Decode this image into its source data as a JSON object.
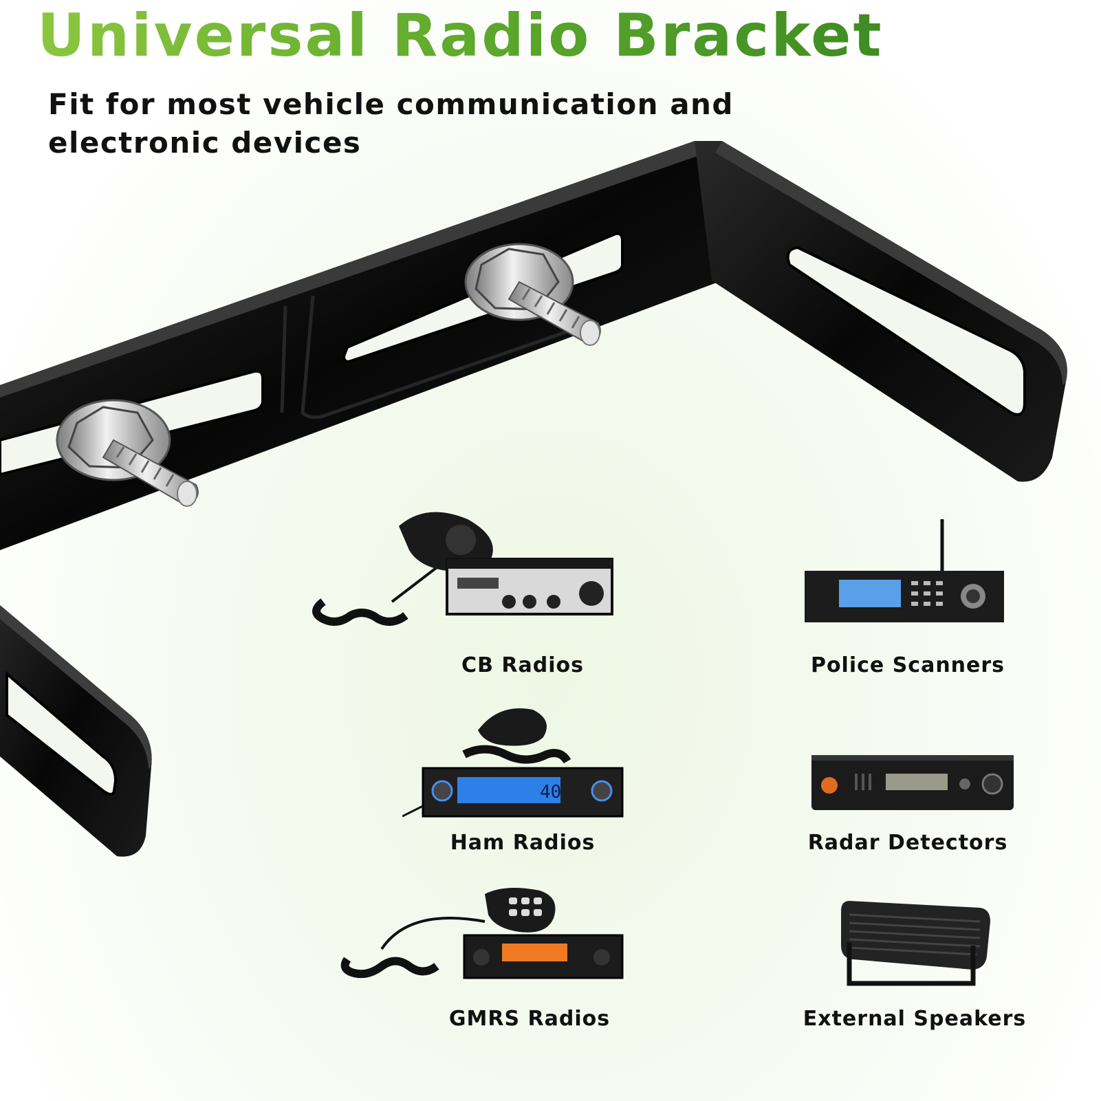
{
  "header": {
    "title": "Universal Radio Bracket",
    "subtitle": "Fit for most vehicle communication and electronic devices"
  },
  "devices": [
    {
      "label": "CB Radios",
      "icon": "cb-radio-icon"
    },
    {
      "label": "Police Scanners",
      "icon": "police-scanner-icon"
    },
    {
      "label": "Ham Radios",
      "icon": "ham-radio-icon"
    },
    {
      "label": "Radar Detectors",
      "icon": "radar-detector-icon"
    },
    {
      "label": "GMRS Radios",
      "icon": "gmrs-radio-icon"
    },
    {
      "label": "External Speakers",
      "icon": "external-speaker-icon"
    }
  ],
  "ham_display_value": "40",
  "colors": {
    "title_green_light": "#8cc63f",
    "title_green_dark": "#2f7d1e",
    "bracket": "#0c0c0c",
    "lcd_blue": "#2f7fe8",
    "lcd_orange": "#f07a22"
  }
}
